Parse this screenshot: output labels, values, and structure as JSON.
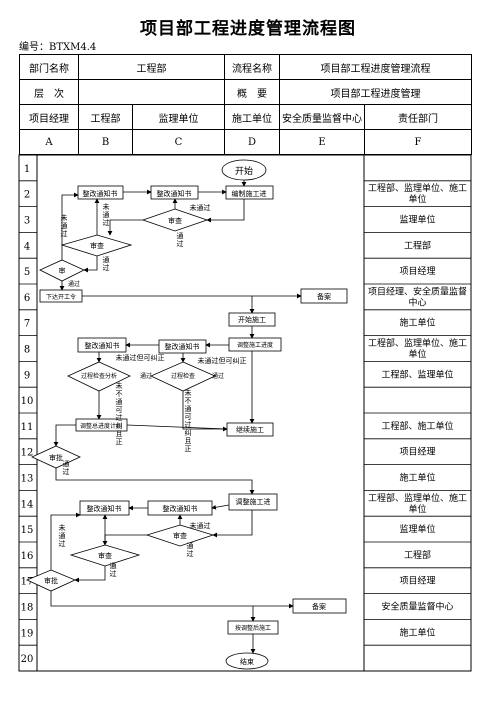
{
  "title": "项目部工程进度管理流程图",
  "code": "编号：BTXM4.4",
  "header": {
    "r1": [
      "部门名称",
      "工程部",
      "流程名称",
      "项目部工程进度管理流程"
    ],
    "r2": [
      "层　次",
      "",
      "概　要",
      "项目部工程进度管理"
    ],
    "r3": [
      "项目经理",
      "工程部",
      "监理单位",
      "施工单位",
      "安全质量监督中心",
      "责任部门"
    ],
    "cols": [
      "A",
      "B",
      "C",
      "D",
      "E",
      "F"
    ]
  },
  "rows": [
    "1",
    "2",
    "3",
    "4",
    "5",
    "6",
    "7",
    "8",
    "9",
    "10",
    "11",
    "12",
    "13",
    "14",
    "15",
    "16",
    "17",
    "18",
    "19",
    "20"
  ],
  "responsible": {
    "2": "工程部、监理单位、施工单位",
    "3": "监理单位",
    "4": "工程部",
    "5": "项目经理",
    "6": "项目经理、安全质量监督中心",
    "7": "施工单位",
    "8": "工程部、监理单位、施工单位",
    "9": "工程部、监理单位",
    "11": "工程部、施工单位",
    "12": "项目经理",
    "13": "施工单位",
    "14": "工程部、监理单位、施工单位",
    "15": "监理单位",
    "16": "工程部",
    "17": "项目经理",
    "18": "安全质量监督中心",
    "19": "施工单位"
  },
  "nodes": {
    "start": "开始",
    "notice1": "整改通知书",
    "notice2": "整改通知书",
    "prepare": "编制施工进",
    "review1": "审查",
    "review2": "审查",
    "approve1": "审",
    "report": "下达开工令",
    "file1": "备案",
    "begin": "开始施工",
    "adjust1": "调整施工进度",
    "notice3": "整改通知书",
    "notice4": "整改通知书",
    "check1": "过程检查分析",
    "check2": "过程检查",
    "adjplan": "调整总进度计划",
    "continue": "继续施工",
    "approve2": "审批",
    "adjust2": "调整施工进",
    "notice5": "整改通知书",
    "notice6": "整改通知书",
    "review3": "审查",
    "review4": "审查",
    "approve3": "审批",
    "file2": "备案",
    "execute": "按调整后施工",
    "end": "结束"
  },
  "edges": {
    "notpass": "未通过",
    "pass": "通过",
    "fail1": "未通过",
    "fail2": "未通过但可纠正",
    "fail3": "未通过但可纠正",
    "notfix": "未不通可过纠且正",
    "pass2": "通过"
  }
}
